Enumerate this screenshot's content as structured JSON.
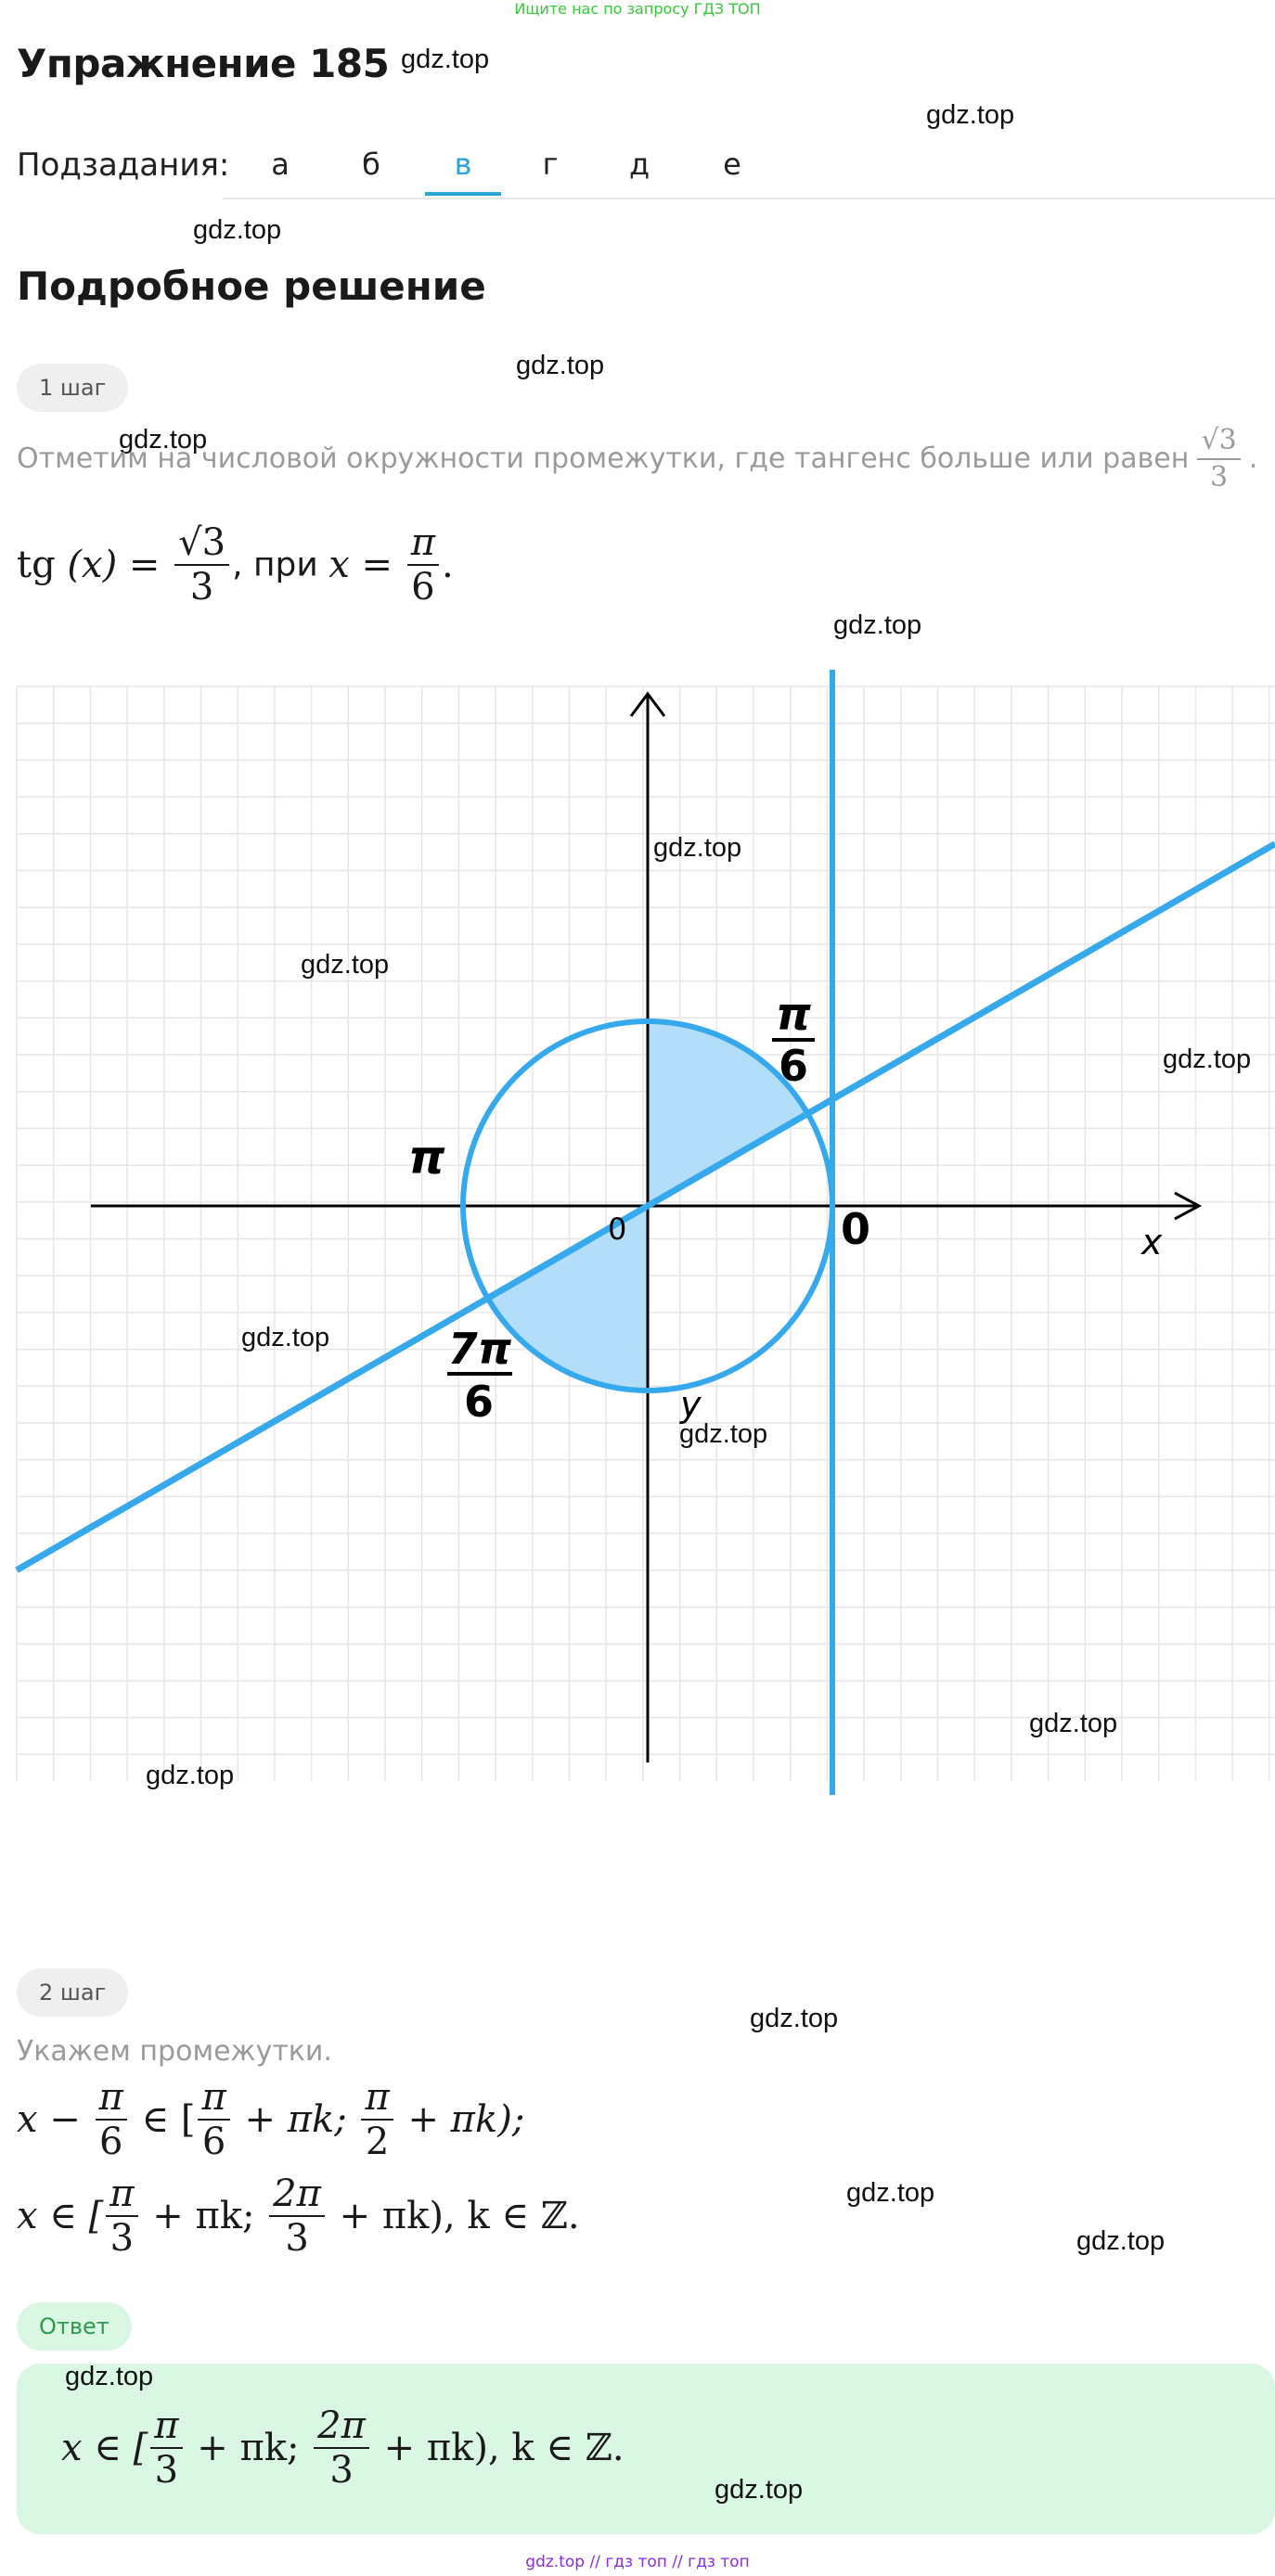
{
  "banner": "Ищите нас по запросу ГДЗ ТОП",
  "exercise_title": "Упражнение 185",
  "subtasks": {
    "label": "Подзадания:",
    "items": [
      "а",
      "б",
      "в",
      "г",
      "д",
      "е"
    ],
    "active_index": 2
  },
  "solution_title": "Подробное решение",
  "watermark": "gdz.top",
  "step1": {
    "badge": "1 шаг",
    "text": "Отметим на числовой окружности промежутки, где тангенс больше или равен",
    "frac_num": "√3",
    "frac_den": "3",
    "tail": ".",
    "eq_fn": "tg",
    "eq_arg": "(x)",
    "eq_sign": "=",
    "eq_num": "√3",
    "eq_den": "3",
    "eq_mid": ", при ",
    "eq_var": "x",
    "eq_sign2": "=",
    "eq_num2": "π",
    "eq_den2": "6",
    "eq_end": "."
  },
  "graph": {
    "axis_x_label": "x",
    "axis_y_label": "y",
    "origin_label": "0",
    "zero_label": "0",
    "pi_label": "π",
    "pi6_num": "π",
    "pi6_den": "6",
    "seven_pi6_num": "7π",
    "seven_pi6_den": "6",
    "colors": {
      "circle": "#36a8ec",
      "fill": "#b3defa",
      "grid": "#e6e6e6",
      "axis": "#000000"
    }
  },
  "step2": {
    "badge": "2 шаг",
    "text": "Укажем промежутки.",
    "l1_a": "x −",
    "l1_n1": "π",
    "l1_d1": "6",
    "l1_b": "∈ [",
    "l1_n2": "π",
    "l1_d2": "6",
    "l1_c": "+ πk;",
    "l1_n3": "π",
    "l1_d3": "2",
    "l1_e": "+ πk);",
    "l2_a": "x ∈ [",
    "l2_n1": "π",
    "l2_d1": "3",
    "l2_b": "+ πk;",
    "l2_n2": "2π",
    "l2_d2": "3",
    "l2_c": "+ πk), k ∈ ℤ."
  },
  "answer": {
    "badge": "Ответ",
    "a": "x ∈ [",
    "n1": "π",
    "d1": "3",
    "b": "+ πk;",
    "n2": "2π",
    "d2": "3",
    "c": "+ πk), k ∈ ℤ."
  },
  "footer": "gdz.top // гдз топ // гдз топ"
}
